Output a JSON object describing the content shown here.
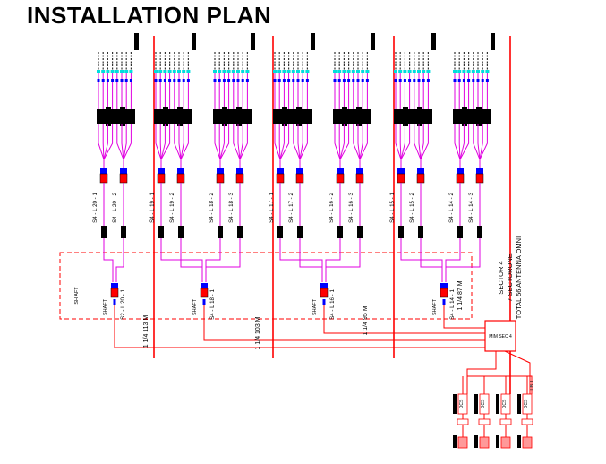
{
  "title": "INSTALLATION PLAN",
  "colors": {
    "riser": "#ff0000",
    "branch": "#e000e0",
    "feeder": "#ff0000",
    "splitter": "#ff0000",
    "connector_blue": "#0000ff",
    "antenna_cyan": "#00dddd",
    "block": "#000000",
    "shaft_box": "#ff0000"
  },
  "groups": [
    {
      "id": "g1",
      "labels": [
        "S4 - L 20 - 1",
        "S4 - L 20 - 2"
      ]
    },
    {
      "id": "g2",
      "labels": [
        "S4 - L 19 - 1",
        "S4 - L 19 - 2"
      ]
    },
    {
      "id": "g3",
      "labels": [
        "S4 - L 18 - 2",
        "S4 - L 18 - 3"
      ]
    },
    {
      "id": "g4",
      "labels": [
        "S4 - L 17 - 1",
        "S4 - L 17 - 2"
      ]
    },
    {
      "id": "g5",
      "labels": [
        "S4 - L 16 - 2",
        "S4 - L 16 - 3"
      ]
    },
    {
      "id": "g6",
      "labels": [
        "S4 - L 15 - 1",
        "S4 - L 15 - 2"
      ]
    },
    {
      "id": "g7",
      "labels": [
        "S4 - L 14 - 2",
        "S4 - L 14 - 3"
      ]
    }
  ],
  "shaft_label": "SHAFT",
  "shaft_box_label": "SH AFT",
  "shaft_splitters": [
    {
      "label": "S2 - L 20 - 1"
    },
    {
      "label": "S4 - L 18 - 1"
    },
    {
      "label": "S4 - L 16 - 1"
    },
    {
      "label": "S4 - L 14 - 1"
    }
  ],
  "cable_runs": [
    {
      "label": "1 1/4 113 M"
    },
    {
      "label": "1 1/4 103 M"
    },
    {
      "label": "1 1/4 95 M"
    },
    {
      "label": "1 1/4 87 M"
    }
  ],
  "sector_notes": [
    "SECTOR 4",
    "7 SECTORONE",
    "TOTAL 56 ANTENNA OMNI"
  ],
  "combiner_label": "MIM SEC 4",
  "lb_label": "LB 1",
  "rack_modules": [
    "DCS",
    "DCS",
    "DCS",
    "DCS"
  ]
}
